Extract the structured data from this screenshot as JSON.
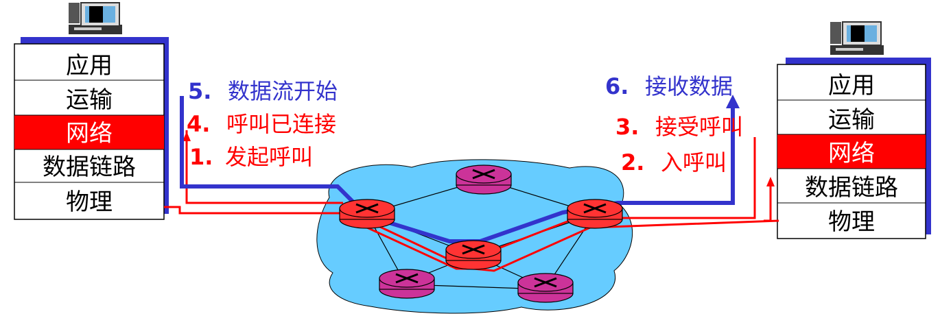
{
  "left_stack": {
    "layers": [
      "应用",
      "运输",
      "网络",
      "数据链路",
      "物理"
    ]
  },
  "right_stack": {
    "layers": [
      "应用",
      "运输",
      "网络",
      "数据链路",
      "物理"
    ]
  },
  "steps": {
    "s1": {
      "num": "1",
      "text": "发起呼叫"
    },
    "s2": {
      "num": "2",
      "text": "入呼叫"
    },
    "s3": {
      "num": "3",
      "text": "接受呼叫"
    },
    "s4": {
      "num": "4",
      "text": "呼叫已连接"
    },
    "s5": {
      "num": "5",
      "text": "数据流开始"
    },
    "s6": {
      "num": "6",
      "text": "接收数据"
    }
  },
  "colors": {
    "network_layer": "#ff0000",
    "call_setup": "#ff0000",
    "data_flow": "#3333cc",
    "cloud": "#66ccff",
    "router_red": "#ff3333",
    "router_pink": "#cc3399",
    "stack_shadow": "#3333cc"
  },
  "icons": {
    "host": "computer-icon",
    "router": "router-icon"
  }
}
